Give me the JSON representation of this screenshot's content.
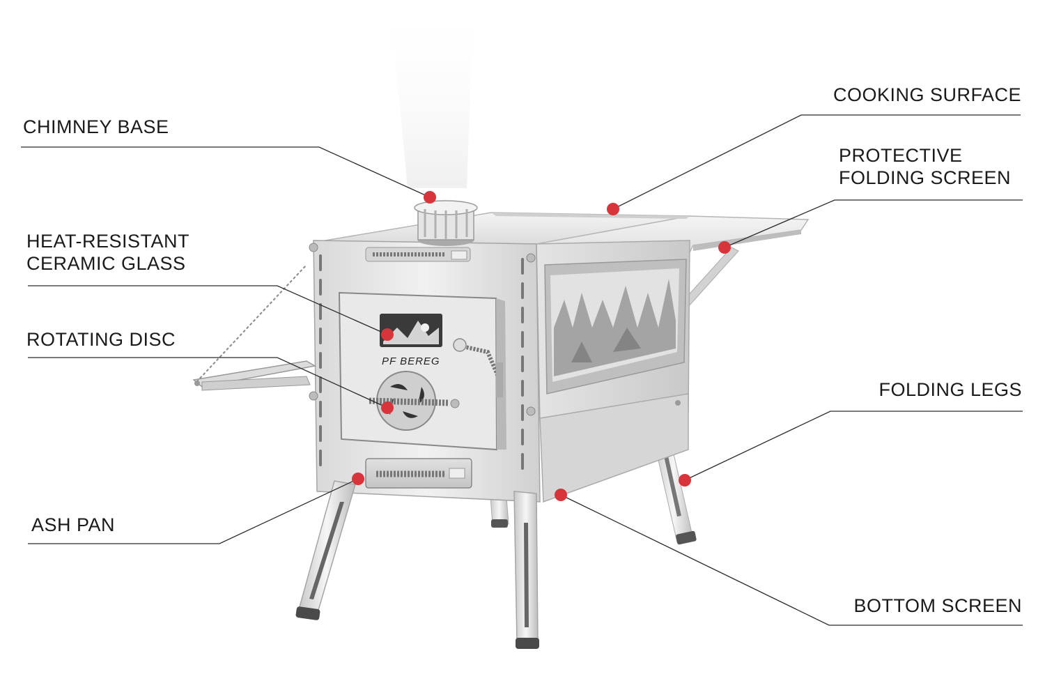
{
  "colors": {
    "leader_line": "#2a2a2a",
    "marker": "#d8343c",
    "steel_light": "#e6e6e6",
    "steel_mid": "#cfcfcf",
    "steel_dark": "#9a9a9a"
  },
  "product": {
    "door_brand": "PF BEREG"
  },
  "callouts": {
    "chimney_base": {
      "line1": "CHIMNEY BASE"
    },
    "cooking_surface": {
      "line1": "COOKING SURFACE"
    },
    "protective_folding_screen": {
      "line1": "PROTECTIVE",
      "line2": "FOLDING SCREEN"
    },
    "heat_resistant_ceramic_glass": {
      "line1": "HEAT-RESISTANT",
      "line2": "CERAMIC GLASS"
    },
    "rotating_disc": {
      "line1": "ROTATING DISC"
    },
    "folding_legs": {
      "line1": "FOLDING LEGS"
    },
    "ash_pan": {
      "line1": "ASH PAN"
    },
    "bottom_screen": {
      "line1": "BOTTOM SCREEN"
    }
  }
}
